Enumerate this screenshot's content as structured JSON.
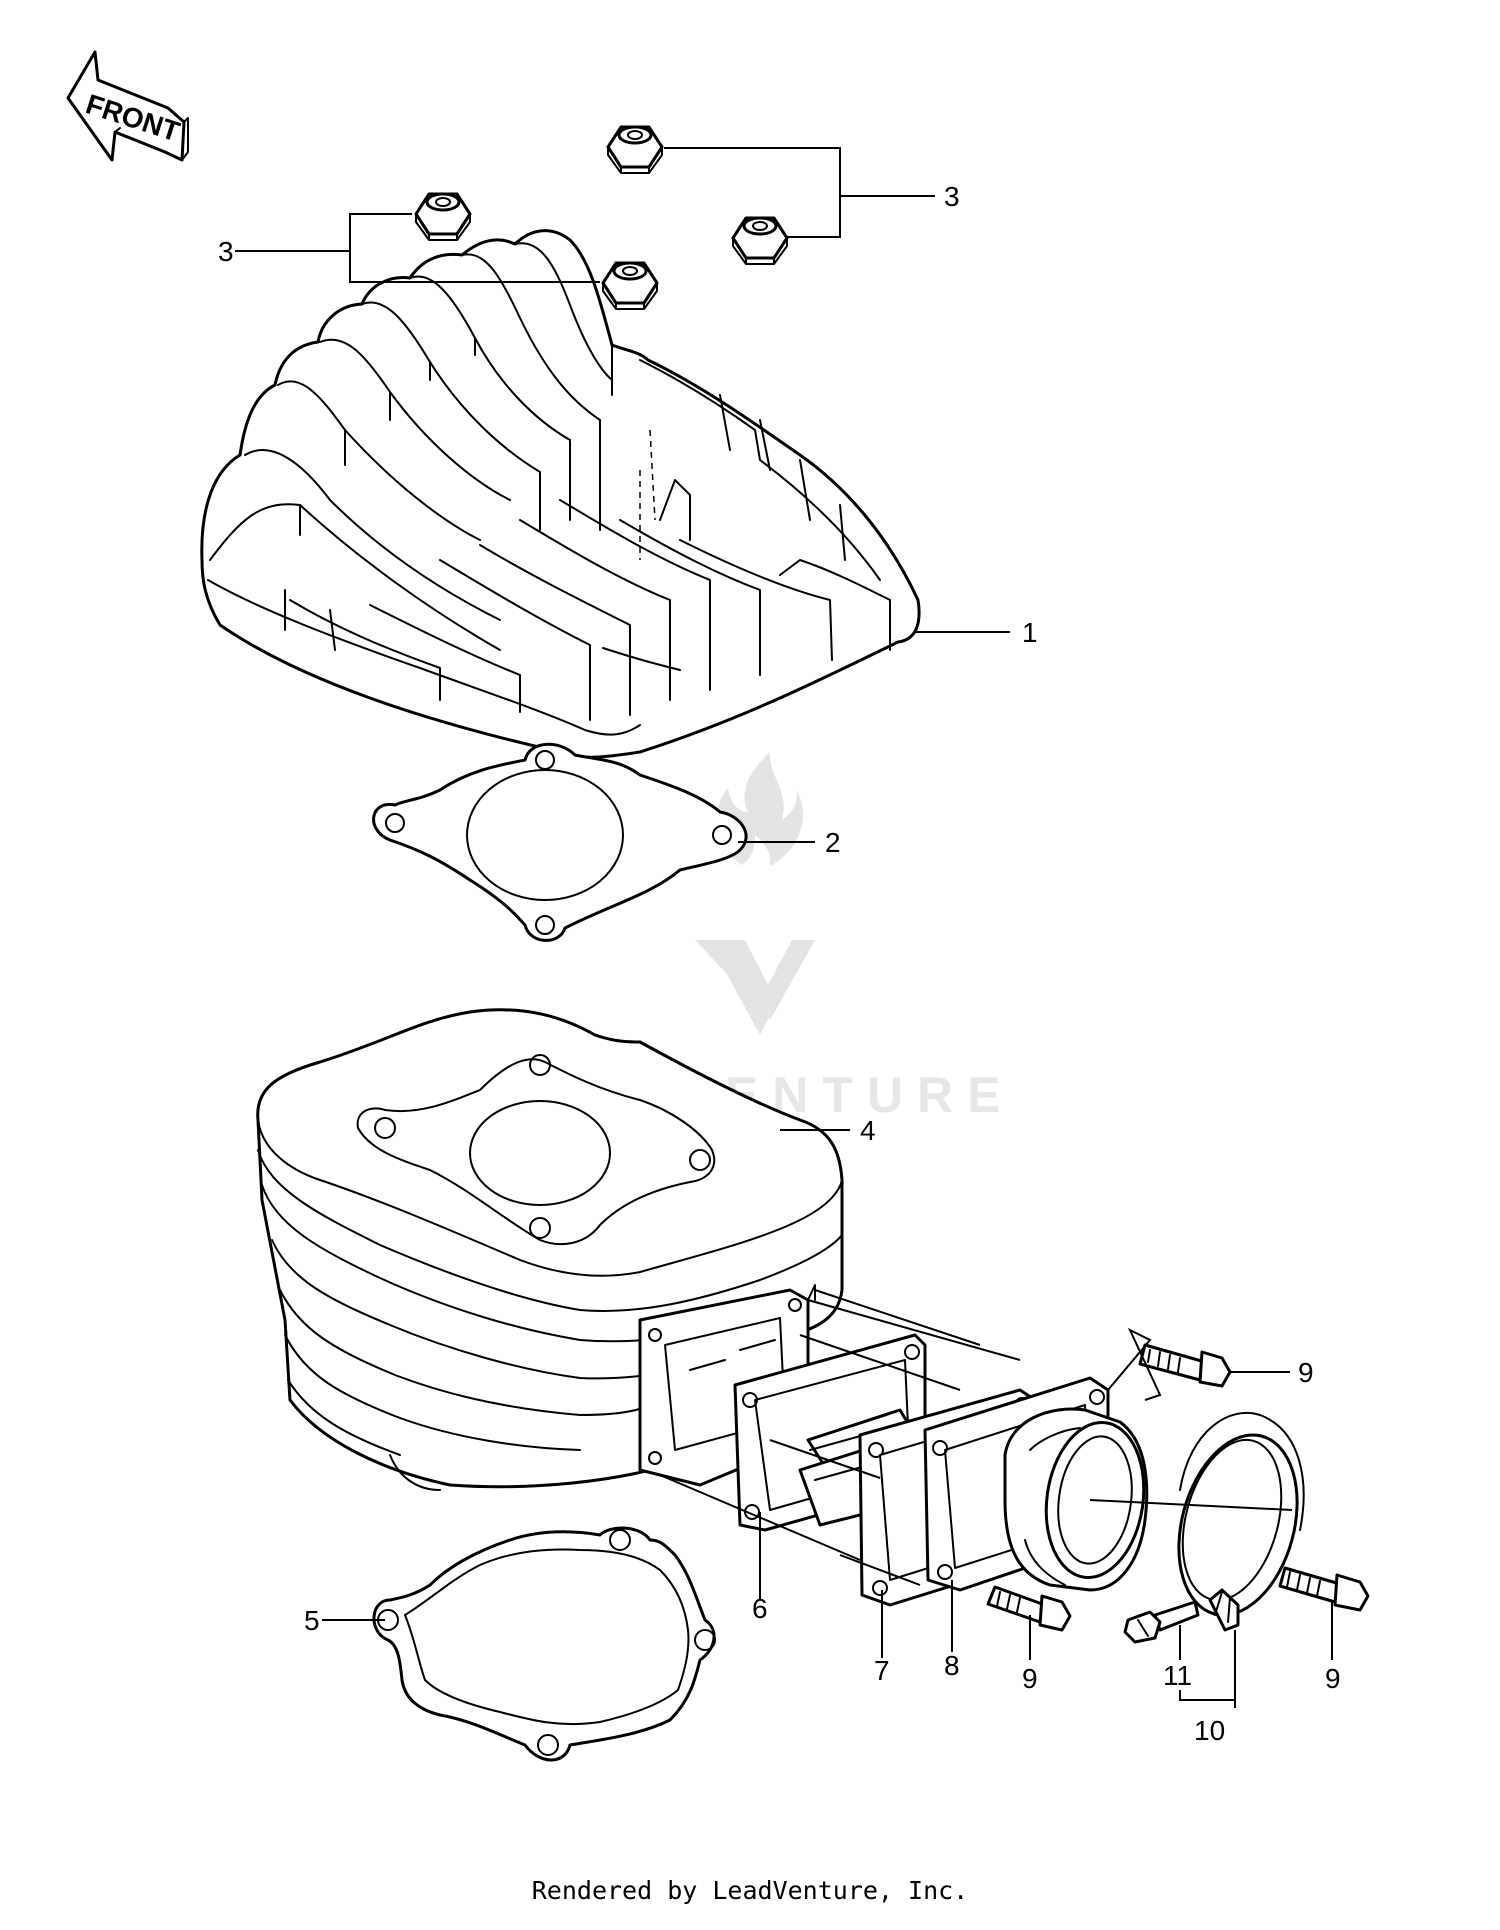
{
  "front_arrow": {
    "label": "FRONT"
  },
  "watermark": {
    "text": "LEADVENTURE"
  },
  "callouts": {
    "c1": "1",
    "c2": "2",
    "c3a": "3",
    "c3b": "3",
    "c4": "4",
    "c5": "5",
    "c6": "6",
    "c7": "7",
    "c8": "8",
    "c9a": "9",
    "c9b": "9",
    "c9c": "9",
    "c10": "10",
    "c11": "11"
  },
  "footer": {
    "text": "Rendered by LeadVenture, Inc."
  }
}
